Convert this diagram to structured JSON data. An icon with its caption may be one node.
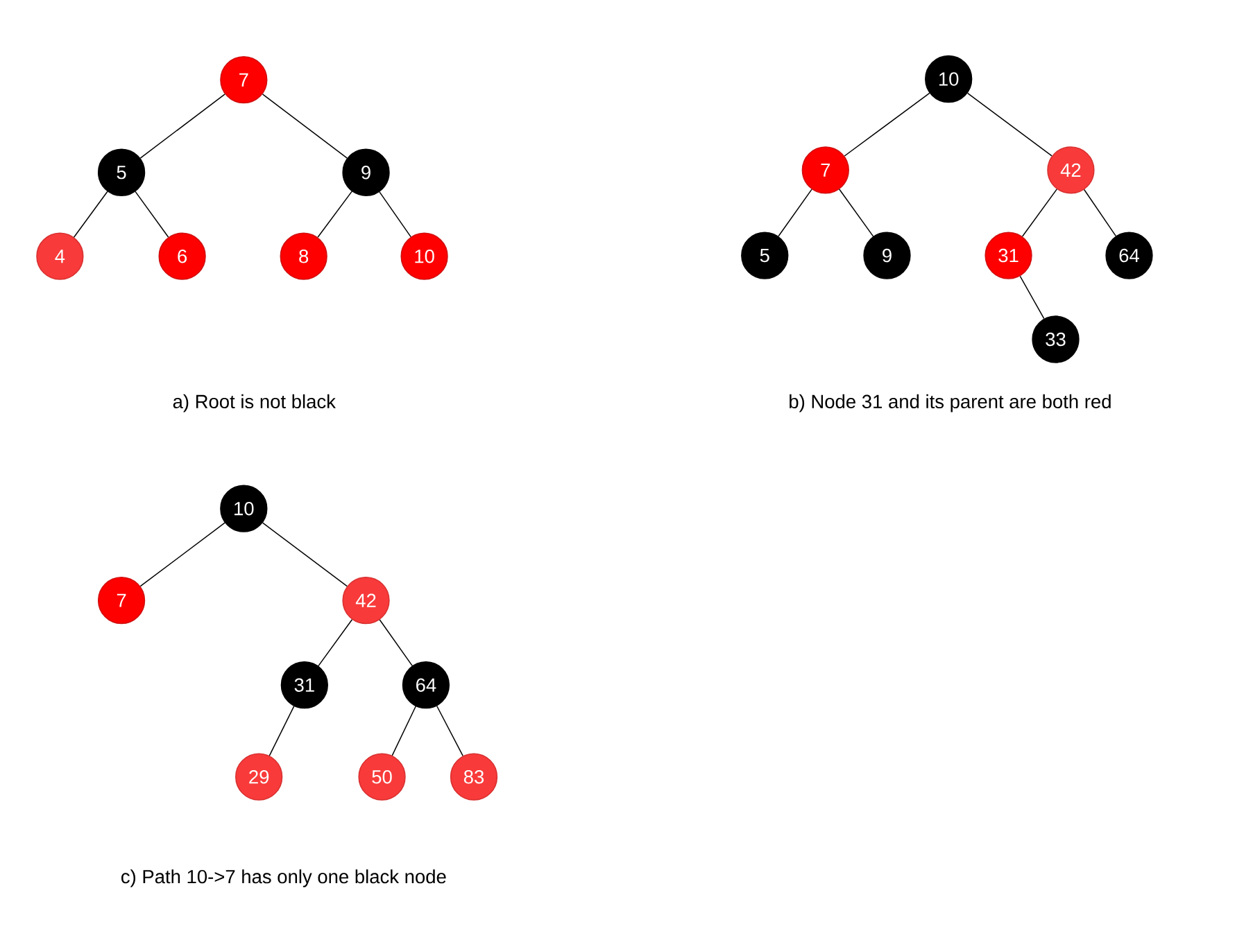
{
  "diagram": {
    "nodes": [
      {
        "text": [
          "7"
        ]
      },
      {
        "text": [
          "5"
        ]
      },
      {
        "text": [
          "9"
        ]
      },
      {
        "text": [
          "4"
        ]
      },
      {
        "text": [
          "6"
        ]
      },
      {
        "text": [
          "8"
        ]
      },
      {
        "text": [
          "10"
        ]
      },
      {
        "text": [
          "10"
        ]
      },
      {
        "text": [
          "7"
        ]
      },
      {
        "text": [
          "42"
        ]
      },
      {
        "text": [
          "5"
        ]
      },
      {
        "text": [
          "9"
        ]
      },
      {
        "text": [
          "31"
        ]
      },
      {
        "text": [
          "64"
        ]
      },
      {
        "text": [
          "33"
        ]
      },
      {
        "text": [
          "10"
        ]
      },
      {
        "text": [
          "7"
        ]
      },
      {
        "text": [
          "42"
        ]
      },
      {
        "text": [
          "31"
        ]
      },
      {
        "text": [
          "64"
        ]
      },
      {
        "text": [
          "29"
        ]
      },
      {
        "text": [
          "50"
        ]
      },
      {
        "text": [
          "83"
        ]
      }
    ],
    "edges": [
      {
        "from": 0,
        "to": 1,
        "arrow": "none"
      },
      {
        "from": 0,
        "to": 2,
        "arrow": "none"
      },
      {
        "from": 1,
        "to": 3,
        "arrow": "none"
      },
      {
        "from": 1,
        "to": 4,
        "arrow": "none"
      },
      {
        "from": 2,
        "to": 5,
        "arrow": "none"
      },
      {
        "from": 2,
        "to": 6,
        "arrow": "none"
      },
      {
        "from": 7,
        "to": 8,
        "arrow": "none"
      },
      {
        "from": 7,
        "to": 9,
        "arrow": "none"
      },
      {
        "from": 8,
        "to": 10,
        "arrow": "none"
      },
      {
        "from": 8,
        "to": 11,
        "arrow": "none"
      },
      {
        "from": 9,
        "to": 12,
        "arrow": "none"
      },
      {
        "from": 9,
        "to": 13,
        "arrow": "none"
      },
      {
        "from": 12,
        "to": 14,
        "arrow": "none"
      },
      {
        "from": 15,
        "to": 16,
        "arrow": "none"
      },
      {
        "from": 15,
        "to": 17,
        "arrow": "none"
      },
      {
        "from": 17,
        "to": 18,
        "arrow": "none"
      },
      {
        "from": 17,
        "to": 19,
        "arrow": "none"
      },
      {
        "from": 18,
        "to": 20,
        "arrow": "none"
      },
      {
        "from": 19,
        "to": 21,
        "arrow": "none"
      },
      {
        "from": 19,
        "to": 22,
        "arrow": "none"
      }
    ],
    "labels": [
      "a) Root is not black",
      "b) Node 31 and its parent are both red",
      "c) Path 10->7 has only one black node"
    ]
  }
}
